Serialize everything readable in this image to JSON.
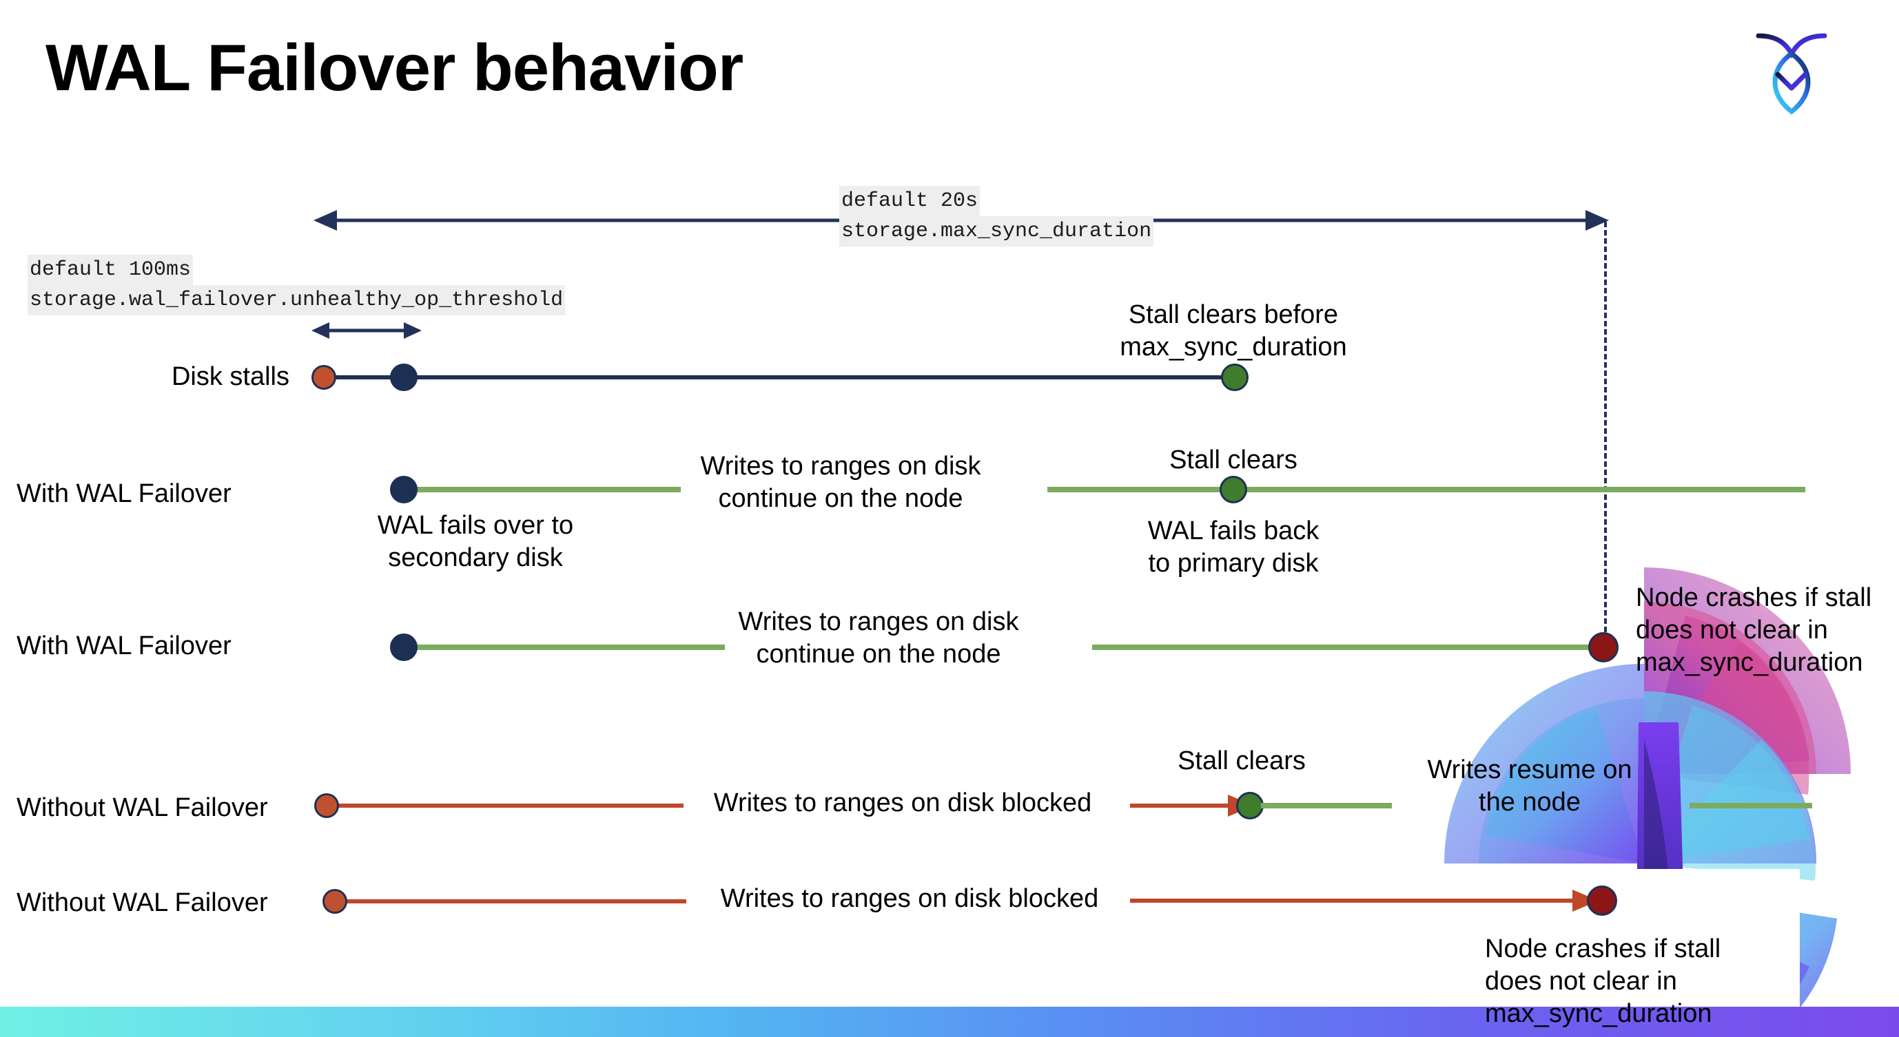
{
  "slide": {
    "title": "WAL Failover behavior",
    "logo_name": "cockroachdb-logo"
  },
  "annotations": {
    "max_sync": {
      "default": "default 20s",
      "setting": "storage.max_sync_duration"
    },
    "unhealthy_op": {
      "default": "default 100ms",
      "setting": "storage.wal_failover.unhealthy_op_threshold"
    }
  },
  "rows": [
    {
      "label": "Disk stalls",
      "notes": [
        "Stall clears before\nmax_sync_duration"
      ]
    },
    {
      "label": "With WAL Failover",
      "notes": [
        "WAL fails over to\nsecondary disk",
        "Writes to ranges on disk\ncontinue on the node",
        "Stall clears",
        "WAL fails  back\nto primary disk"
      ]
    },
    {
      "label": "With WAL Failover",
      "notes": [
        "Writes to ranges on disk\ncontinue on the node",
        "Node crashes if stall\ndoes not clear in\nmax_sync_duration"
      ]
    },
    {
      "label": "Without WAL Failover",
      "notes": [
        "Writes to ranges on disk  blocked",
        "Stall clears",
        "Writes resume on\nthe node"
      ]
    },
    {
      "label": "Without WAL Failover",
      "notes": [
        "Writes to ranges on disk  blocked",
        "Node crashes if stall\ndoes not clear in\nmax_sync_duration"
      ]
    }
  ],
  "colors": {
    "navy": "#1f3055",
    "green_line": "#7cab5e",
    "green_dot": "#3f7c2c",
    "red_line": "#c0472a",
    "orange_dot": "#c0512f",
    "dark_red_dot": "#8c1616",
    "code_bg": "#eeeeee",
    "bottom_bar_start": "#6ff0e4",
    "bottom_bar_end": "#7b4bea"
  }
}
